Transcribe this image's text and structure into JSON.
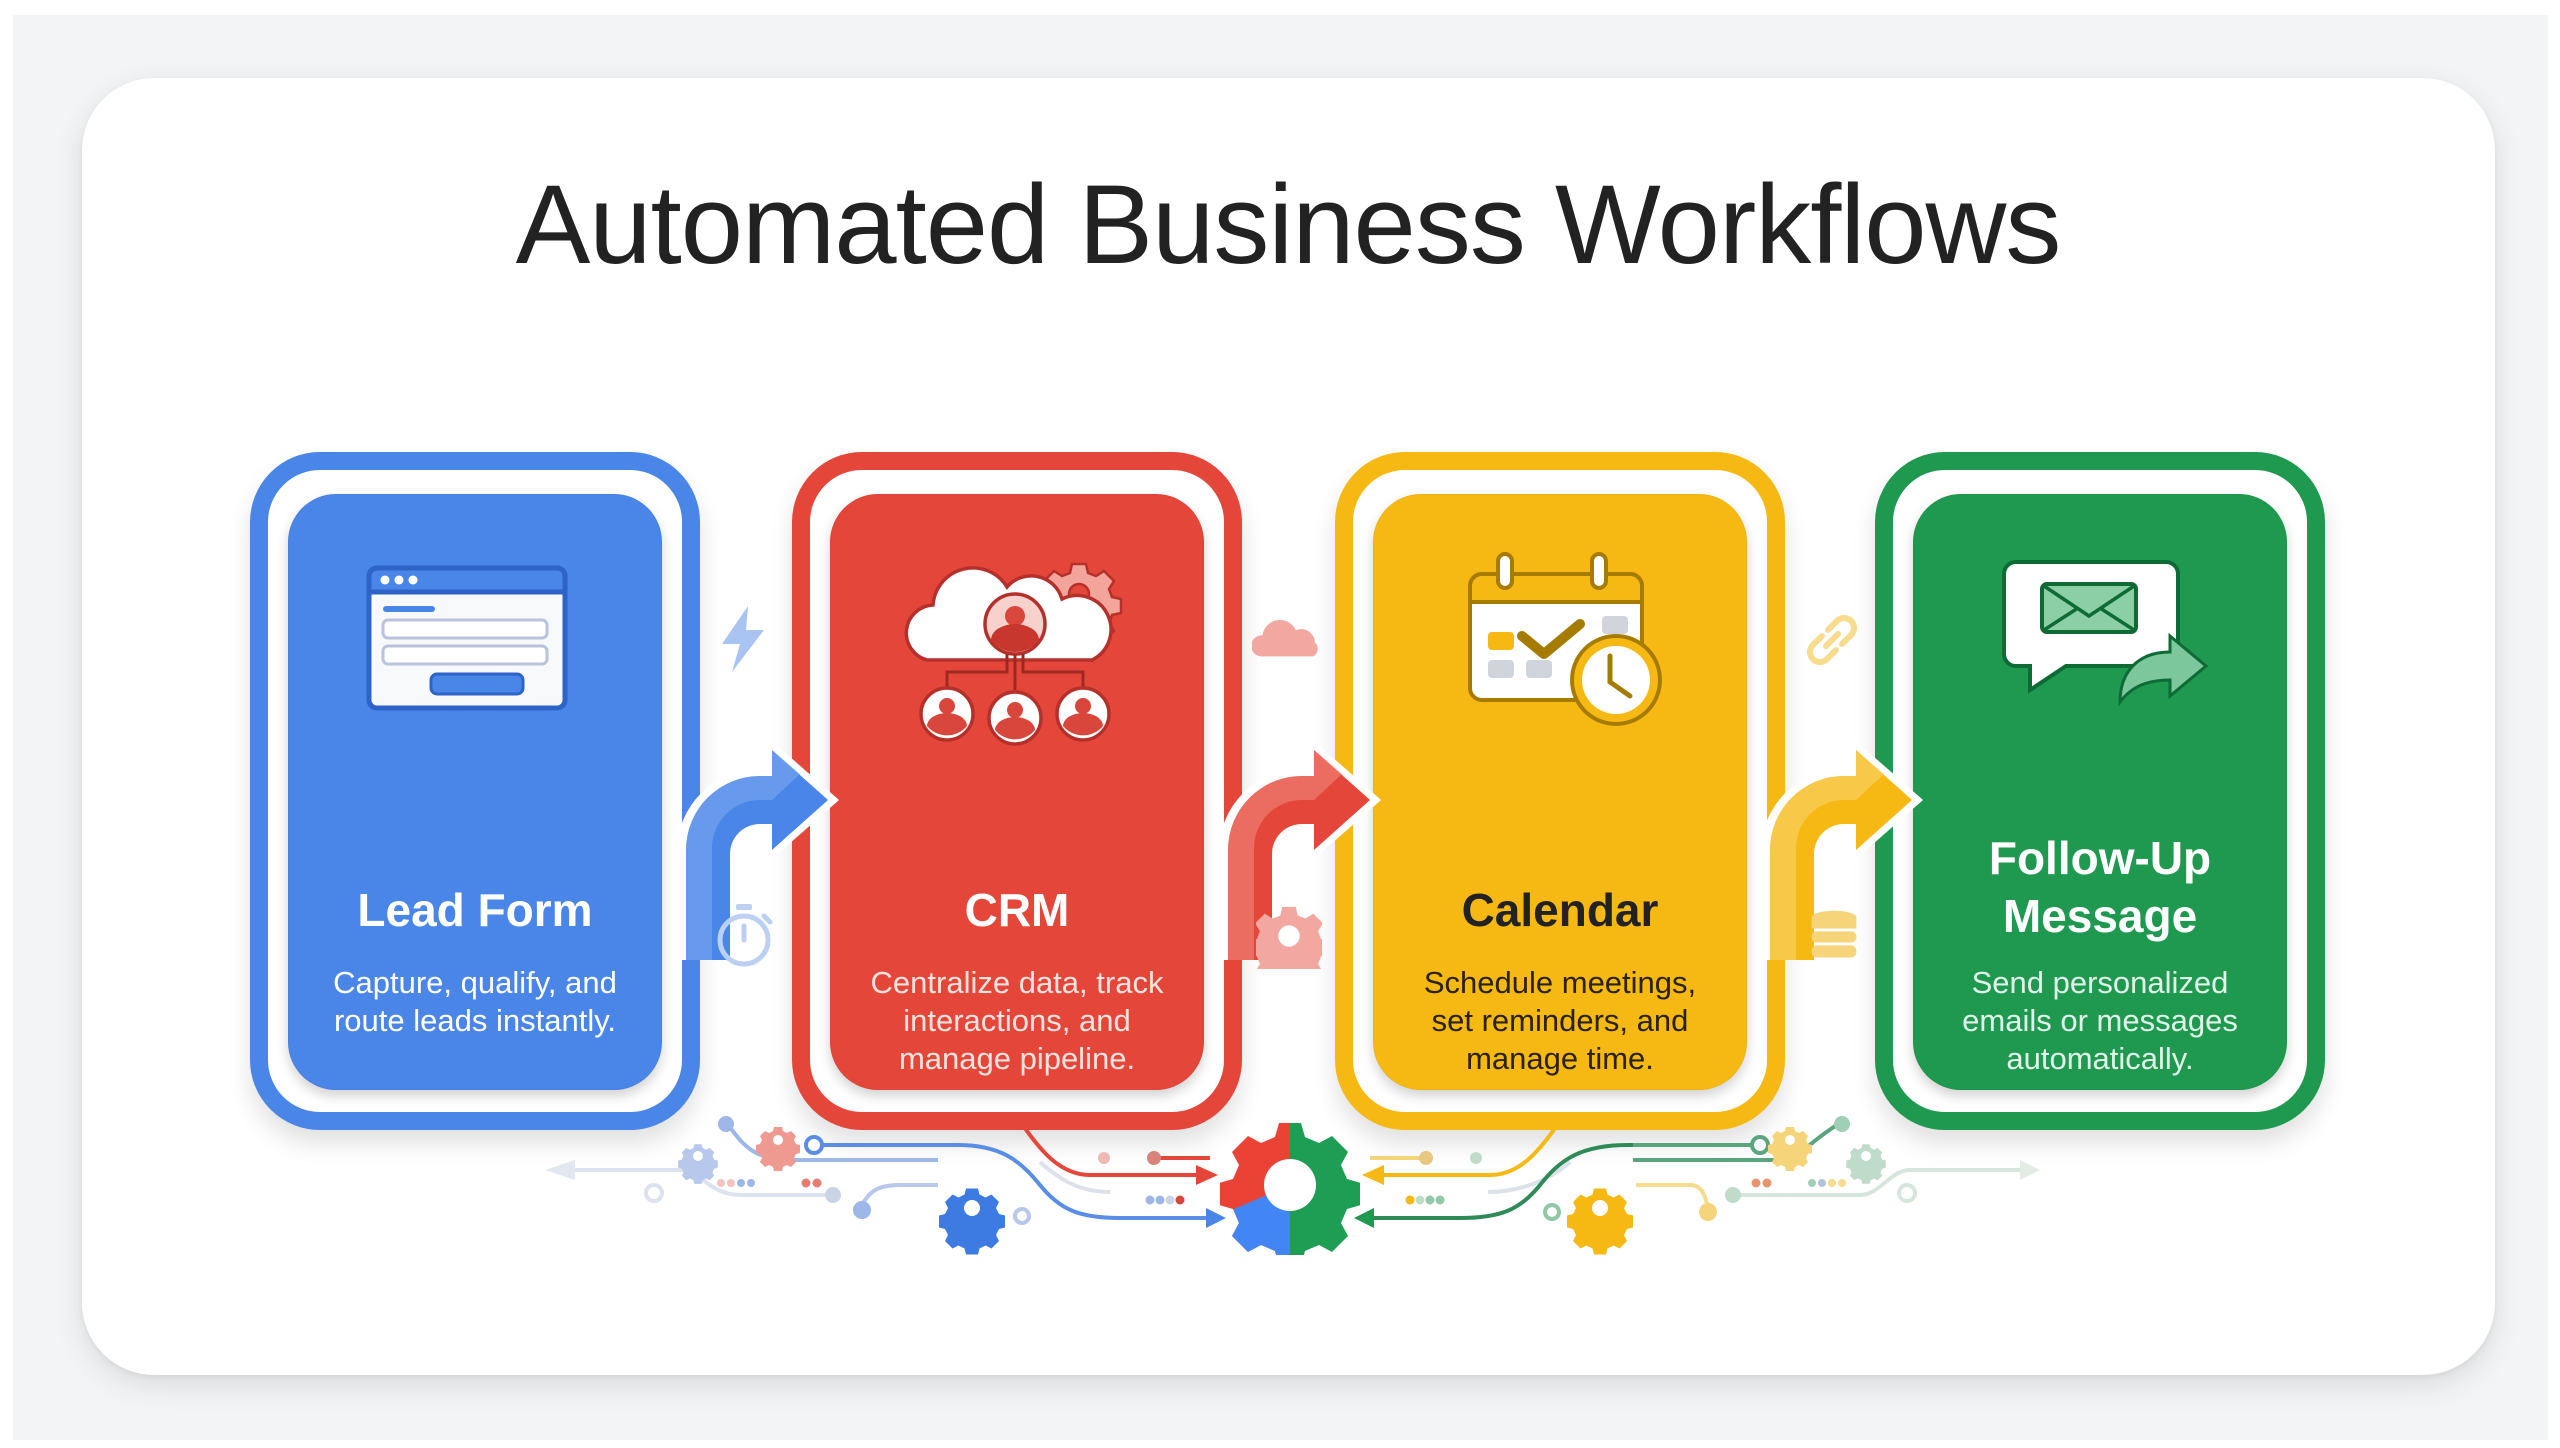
{
  "title": "Automated Business Workflows",
  "colors": {
    "blue": "#4285F4",
    "red": "#EA4335",
    "yellow": "#FBBC05",
    "green": "#1E9E55",
    "title_text": "#222222",
    "panel_bg": "#FFFFFF",
    "page_bg": "#F3F4F6"
  },
  "steps": [
    {
      "id": "lead-form",
      "title": "Lead Form",
      "description_lines": [
        "Capture, qualify, and",
        "route leads instantly."
      ],
      "icon": "web-form-icon",
      "color": "#4A86E8",
      "text_color": "#FFFFFF"
    },
    {
      "id": "crm",
      "title": "CRM",
      "description_lines": [
        "Centralize data, track",
        "interactions, and",
        "manage pipeline."
      ],
      "icon": "cloud-network-users-icon",
      "color": "#E4473A",
      "text_color": "#FFFFFF"
    },
    {
      "id": "calendar",
      "title": "Calendar",
      "description_lines": [
        "Schedule meetings,",
        "set reminders, and",
        "manage time."
      ],
      "icon": "calendar-clock-icon",
      "color": "#F6B914",
      "text_color": "#222222"
    },
    {
      "id": "follow-up",
      "title_lines": [
        "Follow-Up",
        "Message"
      ],
      "description_lines": [
        "Send personalized",
        "emails or messages",
        "automatically."
      ],
      "icon": "message-envelope-forward-icon",
      "color": "#1F9950",
      "text_color": "#FFFFFF"
    }
  ],
  "connectors": [
    {
      "from": "Lead Form",
      "to": "CRM",
      "icon": "arrow-curved-right-icon",
      "color": "#4A86E8",
      "decor_top": "lightning-icon",
      "decor_bottom": "stopwatch-icon"
    },
    {
      "from": "CRM",
      "to": "Calendar",
      "icon": "arrow-curved-right-icon",
      "color": "#E4473A",
      "decor_top": "cloud-icon",
      "decor_bottom": "gear-icon"
    },
    {
      "from": "Calendar",
      "to": "Follow-Up Message",
      "icon": "arrow-curved-right-icon",
      "color": "#F6B914",
      "decor_top": "link-icon",
      "decor_bottom": "database-icon"
    }
  ],
  "hub": {
    "icon": "multicolor-gear-icon",
    "segments": [
      "#EA4335",
      "#1E9E55",
      "#4285F4"
    ]
  }
}
